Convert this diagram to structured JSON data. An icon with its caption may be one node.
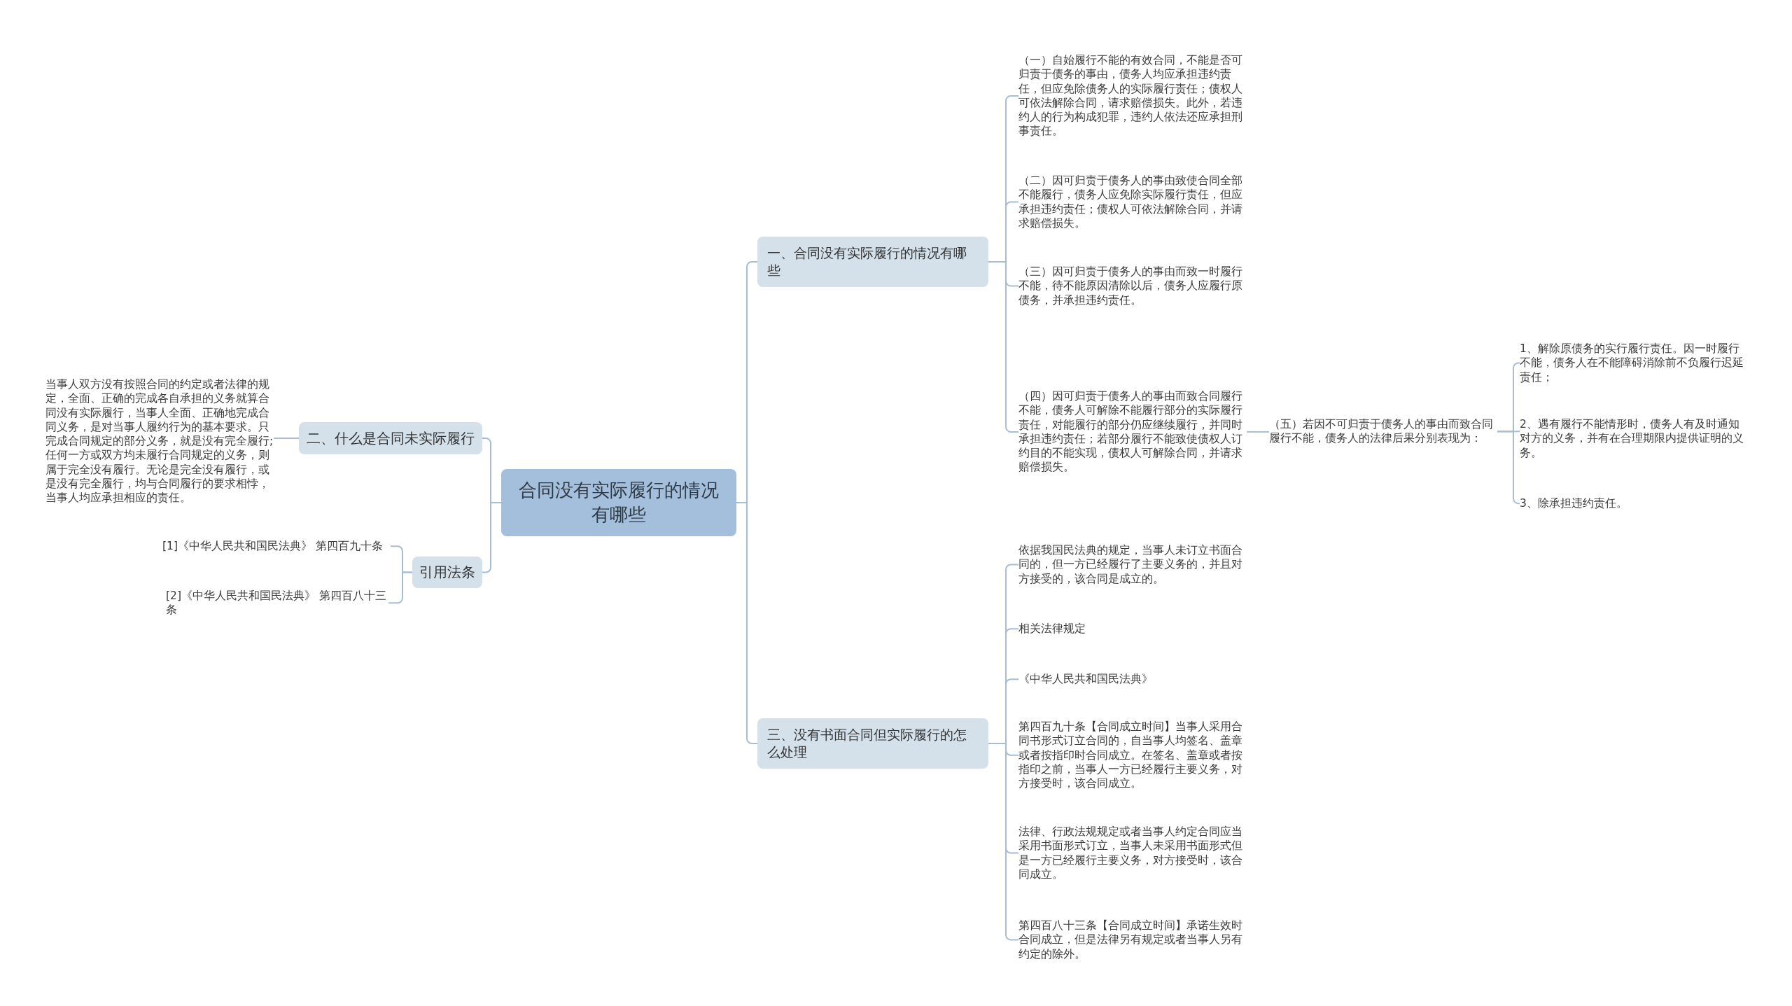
{
  "diagram": {
    "nodes": [
      {
        "text": [
          "合同没有实际履行的情况有哪些"
        ]
      },
      {
        "text": [
          "一、合同没有实际履行的情况有哪些"
        ]
      },
      {
        "text": [
          "（一）自始履行不能的有效合同，不能是否可归责于债务的事由，债务人均应承担违约责任，但应免除债务人的实际履行责任；债权人可依法解除合同，请求赔偿损失。此外，若违约人的行为构成犯罪，违约人依法还应承担刑事责任。"
        ]
      },
      {
        "text": [
          "（二）因可归责于债务人的事由致使合同全部不能履行，债务人应免除实际履行责任，但应承担违约责任；债权人可依法解除合同，并请求赔偿损失。"
        ]
      },
      {
        "text": [
          "（三）因可归责于债务人的事由而致一时履行不能，待不能原因清除以后，债务人应履行原债务，并承担违约责任。"
        ]
      },
      {
        "text": [
          "（四）因可归责于债务人的事由而致合同履行不能，债务人可解除不能履行部分的实际履行责任，对能履行的部分仍应继续履行，并同时承担违约责任；若部分履行不能致使债权人订约目的不能实现，债权人可解除合同，并请求赔偿损失。"
        ]
      },
      {
        "text": [
          "（五）若因不可归责于债务人的事由而致合同履行不能，债务人的法律后果分别表现为："
        ]
      },
      {
        "text": [
          "1、解除原债务的实行履行责任。因一时履行不能，债务人在不能障碍消除前不负履行迟延责任；"
        ]
      },
      {
        "text": [
          "2、遇有履行不能情形时，债务人有及时通知对方的义务，并有在合理期限内提供证明的义务。"
        ]
      },
      {
        "text": [
          "3、除承担违约责任。"
        ]
      },
      {
        "text": [
          "二、什么是合同未实际履行"
        ]
      },
      {
        "text": [
          "当事人双方没有按照合同的约定或者法律的规定，全面、正确的完成各自承担的义务就算合同没有实际履行，当事人全面、正确地完成合同义务，是对当事人履约行为的基本要求。只完成合同规定的部分义务，就是没有完全履行;任何一方或双方均未履行合同规定的义务，则属于完全没有履行。无论是完全没有履行，或是没有完全履行，均与合同履行的要求相悖，当事人均应承担相应的责任。"
        ]
      },
      {
        "text": [
          "引用法条"
        ]
      },
      {
        "text": [
          "[1]《中华人民共和国民法典》 第四百九十条"
        ]
      },
      {
        "text": [
          "[2]《中华人民共和国民法典》 第四百八十三条"
        ]
      },
      {
        "text": [
          "三、没有书面合同但实际履行的怎么处理"
        ]
      },
      {
        "text": [
          "依据我国民法典的规定，当事人未订立书面合同的，但一方已经履行了主要义务的，并且对方接受的，该合同是成立的。"
        ]
      },
      {
        "text": [
          "相关法律规定"
        ]
      },
      {
        "text": [
          "《中华人民共和国民法典》"
        ]
      },
      {
        "text": [
          "第四百九十条【合同成立时间】当事人采用合同书形式订立合同的，自当事人均签名、盖章或者按指印时合同成立。在签名、盖章或者按指印之前，当事人一方已经履行主要义务，对方接受时，该合同成立。"
        ]
      },
      {
        "text": [
          "法律、行政法规规定或者当事人约定合同应当采用书面形式订立，当事人未采用书面形式但是一方已经履行主要义务，对方接受时，该合同成立。"
        ]
      },
      {
        "text": [
          "第四百八十三条【合同成立时间】承诺生效时合同成立，但是法律另有规定或者当事人另有约定的除外。"
        ]
      }
    ],
    "edges": [
      {
        "from": 0,
        "to": 1,
        "arrow": "none"
      },
      {
        "from": 1,
        "to": 2,
        "arrow": "none"
      },
      {
        "from": 1,
        "to": 3,
        "arrow": "none"
      },
      {
        "from": 1,
        "to": 4,
        "arrow": "none"
      },
      {
        "from": 1,
        "to": 5,
        "arrow": "none"
      },
      {
        "from": 5,
        "to": 6,
        "arrow": "none"
      },
      {
        "from": 6,
        "to": 7,
        "arrow": "none"
      },
      {
        "from": 6,
        "to": 8,
        "arrow": "none"
      },
      {
        "from": 6,
        "to": 9,
        "arrow": "none"
      },
      {
        "from": 0,
        "to": 10,
        "arrow": "none"
      },
      {
        "from": 10,
        "to": 11,
        "arrow": "none"
      },
      {
        "from": 0,
        "to": 12,
        "arrow": "none"
      },
      {
        "from": 12,
        "to": 13,
        "arrow": "none"
      },
      {
        "from": 12,
        "to": 14,
        "arrow": "none"
      },
      {
        "from": 0,
        "to": 15,
        "arrow": "none"
      },
      {
        "from": 15,
        "to": 16,
        "arrow": "none"
      },
      {
        "from": 15,
        "to": 17,
        "arrow": "none"
      },
      {
        "from": 15,
        "to": 18,
        "arrow": "none"
      },
      {
        "from": 15,
        "to": 19,
        "arrow": "none"
      },
      {
        "from": 15,
        "to": 20,
        "arrow": "none"
      },
      {
        "from": 15,
        "to": 21,
        "arrow": "none"
      }
    ]
  }
}
